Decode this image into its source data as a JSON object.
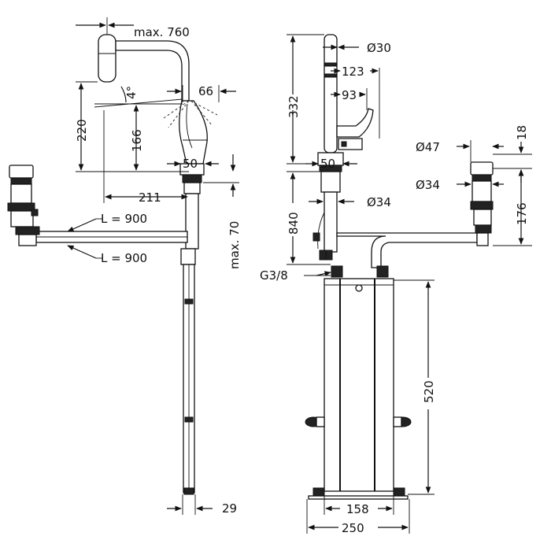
{
  "labels": {
    "max_760": "max. 760",
    "deg_4": "4°",
    "d66": "66",
    "d220": "220",
    "d166": "166",
    "d50_left": "50",
    "d211": "211",
    "max_70": "max. 70",
    "L900_top": "L = 900",
    "L900_bottom": "L = 900",
    "d29": "29",
    "dia30": "Ø30",
    "d332": "332",
    "d123": "123",
    "d93": "93",
    "d50_right": "50",
    "dia34_mid": "Ø34",
    "d840": "840",
    "G38": "G3/8",
    "dia47": "Ø47",
    "d18": "18",
    "dia34_right": "Ø34",
    "d176": "176",
    "d520": "520",
    "d158": "158",
    "d250": "250"
  }
}
